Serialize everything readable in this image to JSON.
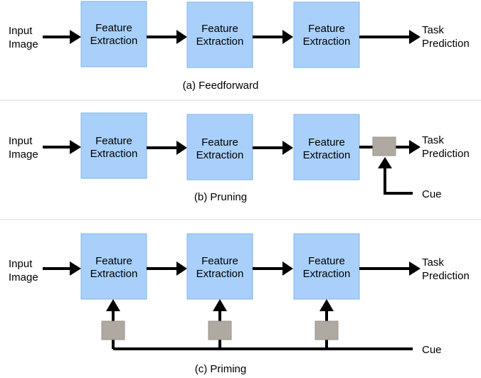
{
  "input_label_line1": "Input",
  "input_label_line2": "Image",
  "output_label_line1": "Task",
  "output_label_line2": "Prediction",
  "block_line1": "Feature",
  "block_line2": "Extraction",
  "cue_label": "Cue",
  "captions": {
    "a": "(a) Feedforward",
    "b": "(b) Pruning",
    "c": "(c) Priming"
  },
  "colors": {
    "block_fill": "#a8d0fb",
    "gate_fill": "#b0a9a2",
    "arrow": "#000000"
  }
}
